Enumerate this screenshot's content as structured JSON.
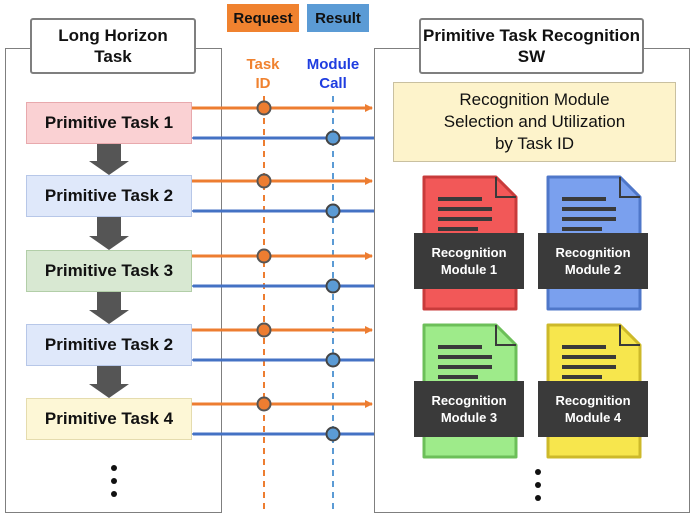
{
  "left_panel": {
    "title": "Long Horizon Task",
    "tasks": [
      {
        "label": "Primitive Task 1",
        "fill": "#fad1d3",
        "stroke": "#e8a9ad"
      },
      {
        "label": "Primitive Task 2",
        "fill": "#dfe8fa",
        "stroke": "#b7c7e8"
      },
      {
        "label": "Primitive Task 3",
        "fill": "#d8e8d2",
        "stroke": "#b2cea8"
      },
      {
        "label": "Primitive Task 2",
        "fill": "#dfe8fa",
        "stroke": "#b7c7e8"
      },
      {
        "label": "Primitive Task 4",
        "fill": "#fdf7d6",
        "stroke": "#e5dcae"
      }
    ],
    "ellipsis": "⋮"
  },
  "header": {
    "request_label": "Request",
    "request_color": "#f0822f",
    "result_label": "Result",
    "result_color": "#5b9bd5"
  },
  "columns": {
    "task_id_label": "Task ID",
    "task_id_color": "#f0822f",
    "module_call_label": "Module Call",
    "module_call_color": "#1f3de0"
  },
  "right_panel": {
    "title": "Primitive Task Recognition SW",
    "selection_box": "Recognition Module\nSelection and Utilization\nby Task ID",
    "modules": [
      {
        "label": "Recognition\nModule 1",
        "color": "#f25858",
        "stroke": "#c83b3b"
      },
      {
        "label": "Recognition\nModule 2",
        "color": "#7aa0ee",
        "stroke": "#4f77c9"
      },
      {
        "label": "Recognition\nModule 3",
        "color": "#9eeb8a",
        "stroke": "#6cbf59"
      },
      {
        "label": "Recognition\nModule 4",
        "color": "#f7e64d",
        "stroke": "#cdb92a"
      }
    ],
    "ellipsis": "⋮"
  },
  "colors": {
    "request_arrow": "#ed7d31",
    "result_arrow": "#4472c4",
    "node_fill": "#5b9bd5"
  }
}
